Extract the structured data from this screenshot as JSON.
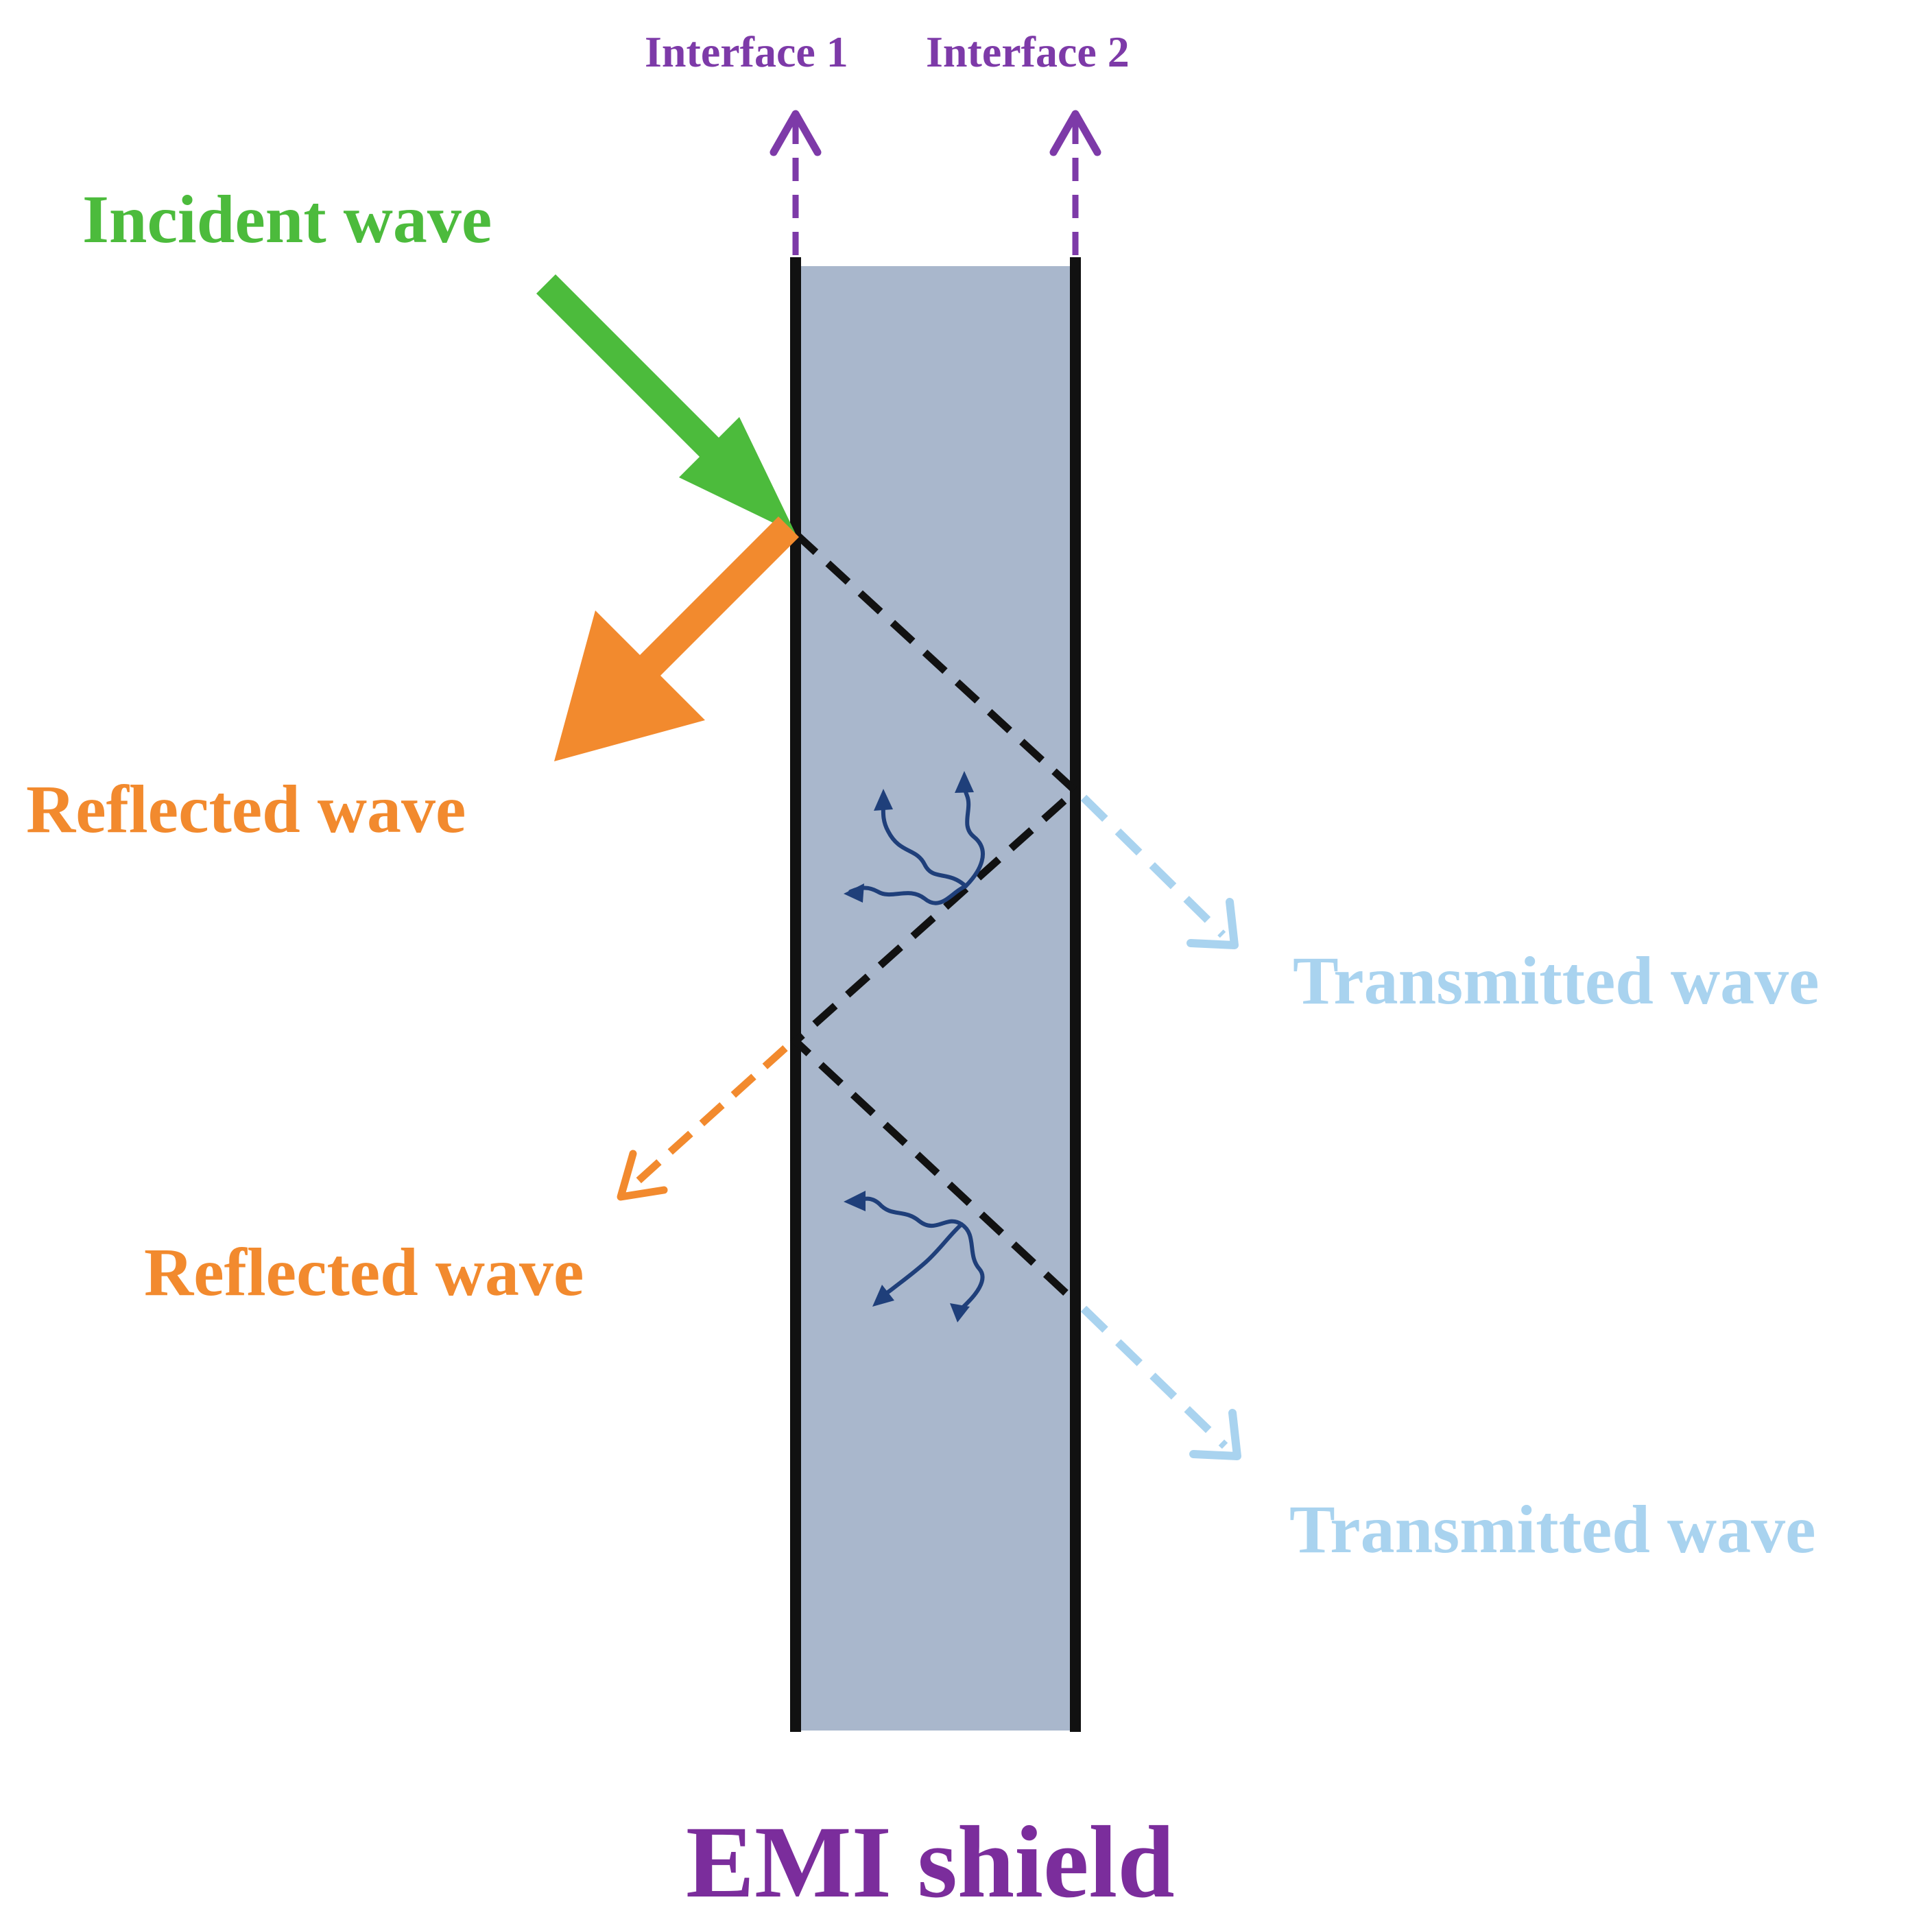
{
  "labels": {
    "interface_1": "Interface 1",
    "interface_2": "Interface 2",
    "incident": "Incident wave",
    "reflected_1": "Reflected wave",
    "reflected_2": "Reflected wave",
    "transmitted_1": "Transmitted wave",
    "transmitted_2": "Transmitted wave",
    "title": "EMI shield"
  },
  "colors": {
    "interface": "#7d3aa8",
    "incident": "#4cbb3c",
    "reflected": "#f28a2e",
    "transmitted": "#a9d3ef",
    "shield_fill": "#a9b7cc",
    "boundary": "#111111",
    "path": "#111111",
    "absorption": "#1f3f7a",
    "title": "#7b2d9c"
  },
  "icons": {
    "incident": "solid-arrow-icon",
    "reflected": "solid-arrow-icon",
    "reflected_weak": "dashed-arrow-icon",
    "transmitted": "dashed-arrow-icon",
    "interface_pointer": "dashed-up-arrow-icon",
    "absorption": "squiggle-arrows-icon"
  }
}
